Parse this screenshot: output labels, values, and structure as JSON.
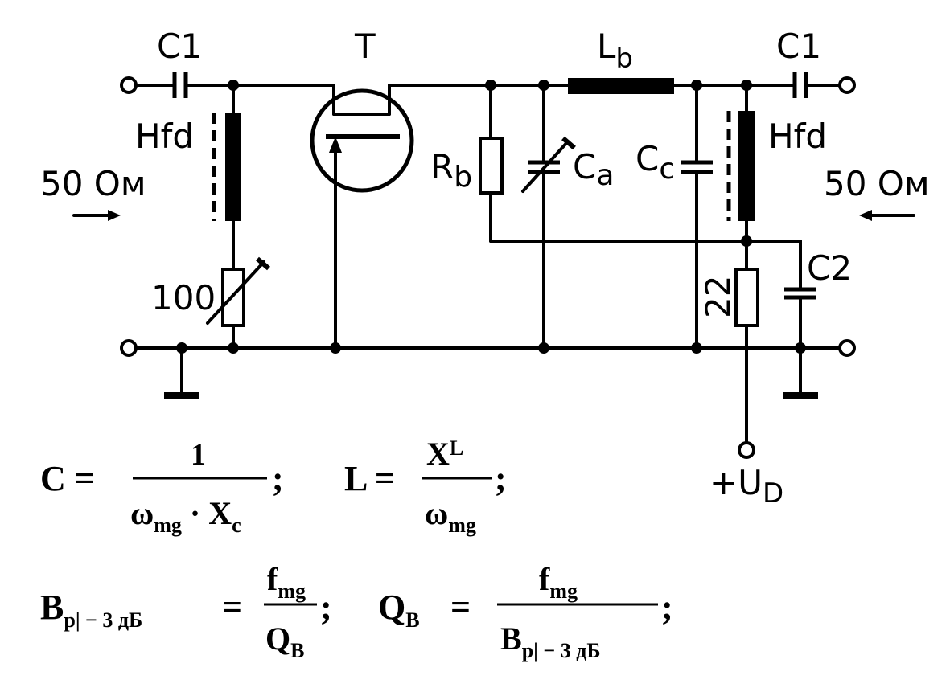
{
  "circuit": {
    "labels": {
      "c1_left": "C1",
      "transistor": "T",
      "inductor_lb_main": "L",
      "inductor_lb_sub": "b",
      "c1_right": "C1",
      "hfd_left": "Hfd",
      "hfd_right": "Hfd",
      "impedance_left": "50 Ом",
      "impedance_right": "50 Ом",
      "rb_main": "R",
      "rb_sub": "b",
      "ca_main": "C",
      "ca_sub": "a",
      "cc_main": "C",
      "cc_sub": "c",
      "c2": "C2",
      "r100": "100",
      "r22": "22",
      "supply_prefix": "+U",
      "supply_sub": "D"
    }
  },
  "formulas": {
    "c": {
      "lhs": "C =",
      "num": "1",
      "den_main": "ω",
      "den_sub": "mg",
      "den_rest": " · X",
      "den_sub2": "c",
      "end": ";"
    },
    "l": {
      "lhs": "L =",
      "num_main": "X",
      "num_sub": "L",
      "den_main": "ω",
      "den_sub": "mg",
      "end": ";"
    },
    "bp": {
      "lhs_main": "B",
      "lhs_sub": "p| − 3 дБ",
      "eq": "=",
      "num_main": "f",
      "num_sub": "mg",
      "den_main": "Q",
      "den_sub": "B",
      "end": ";"
    },
    "qb": {
      "lhs_main": "Q",
      "lhs_sub": "B",
      "eq": "=",
      "num_main": "f",
      "num_sub": "mg",
      "den_main": "B",
      "den_sub": "p| − 3 дБ",
      "end": ";"
    }
  }
}
